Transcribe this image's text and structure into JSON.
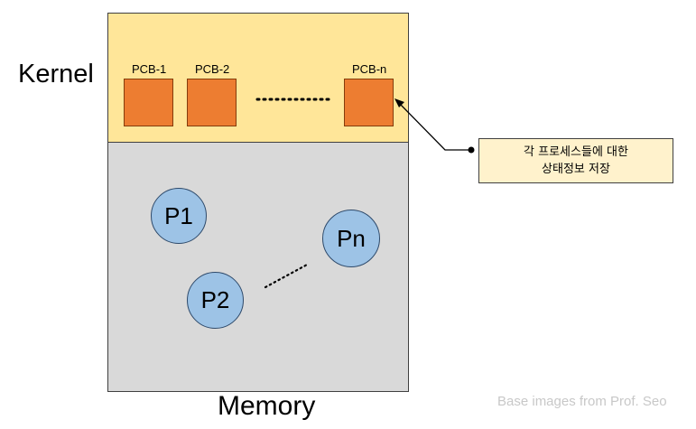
{
  "labels": {
    "kernel": "Kernel",
    "memory": "Memory"
  },
  "pcbs": [
    {
      "label": "PCB-1"
    },
    {
      "label": "PCB-2"
    },
    {
      "label": "PCB-n"
    }
  ],
  "processes": [
    {
      "label": "P1"
    },
    {
      "label": "P2"
    },
    {
      "label": "Pn"
    }
  ],
  "callout": {
    "line1": "각 프로세스들에 대한",
    "line2": "상태정보 저장"
  },
  "credit": "Base images from Prof. Seo",
  "colors": {
    "kernel_fill": "#ffe699",
    "memory_fill": "#d9d9d9",
    "pcb_fill": "#ed7d31",
    "process_fill": "#9dc3e6",
    "callout_fill": "#fff2cc"
  }
}
